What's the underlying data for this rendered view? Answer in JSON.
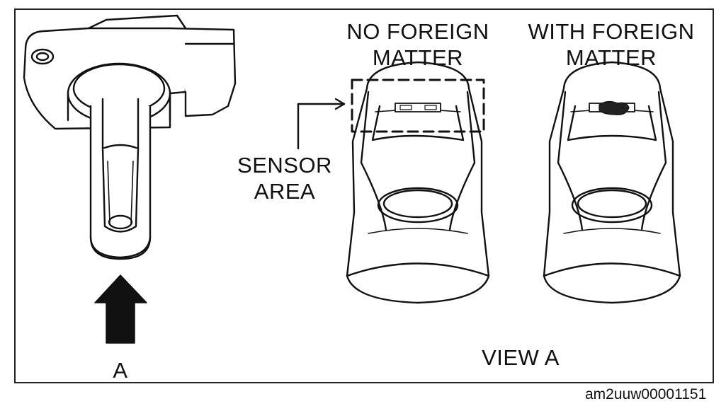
{
  "labels": {
    "no_foreign_line1": "NO FOREIGN",
    "no_foreign_line2": "MATTER",
    "with_foreign_line1": "WITH FOREIGN",
    "with_foreign_line2": "MATTER",
    "sensor_line1": "SENSOR",
    "sensor_line2": "AREA",
    "arrow_label": "A",
    "view_label": "VIEW A"
  },
  "figure_code": "am2uuw00001151",
  "colors": {
    "line": "#111111",
    "fill": "#ffffff",
    "shade": "#d9d9d9",
    "arrow": "#111111"
  },
  "icons": {
    "arrow": "arrow-up-icon",
    "sensor_pointer": "pointer-arrow-icon"
  }
}
